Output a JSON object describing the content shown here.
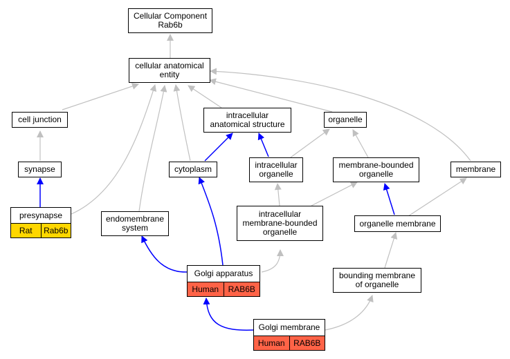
{
  "colors": {
    "gray_edge": "#c0c0c0",
    "blue_edge": "#0000ff",
    "rat": "#ffd700",
    "human": "#ff6347"
  },
  "nodes": {
    "cc_rab6b": {
      "lines": [
        "Cellular Component",
        "Rab6b"
      ]
    },
    "cae": {
      "lines": [
        "cellular anatomical",
        "entity"
      ]
    },
    "cell_junction": {
      "lines": [
        "cell junction"
      ]
    },
    "ias": {
      "lines": [
        "intracellular",
        "anatomical structure"
      ]
    },
    "organelle": {
      "lines": [
        "organelle"
      ]
    },
    "synapse": {
      "lines": [
        "synapse"
      ]
    },
    "cytoplasm": {
      "lines": [
        "cytoplasm"
      ]
    },
    "io": {
      "lines": [
        "intracellular",
        "organelle"
      ]
    },
    "mbo": {
      "lines": [
        "membrane-bounded",
        "organelle"
      ]
    },
    "membrane": {
      "lines": [
        "membrane"
      ]
    },
    "presynapse": {
      "lines": [
        "presynapse"
      ],
      "ann": [
        "Rat",
        "Rab6b"
      ]
    },
    "endo": {
      "lines": [
        "endomembrane",
        "system"
      ]
    },
    "imbo": {
      "lines": [
        "intracellular",
        "membrane-bounded",
        "organelle"
      ]
    },
    "om": {
      "lines": [
        "organelle membrane"
      ]
    },
    "golgi_app": {
      "lines": [
        "Golgi apparatus"
      ],
      "ann": [
        "Human",
        "RAB6B"
      ]
    },
    "bmo": {
      "lines": [
        "bounding membrane",
        "of organelle"
      ]
    },
    "golgi_mem": {
      "lines": [
        "Golgi membrane"
      ],
      "ann": [
        "Human",
        "RAB6B"
      ]
    }
  }
}
